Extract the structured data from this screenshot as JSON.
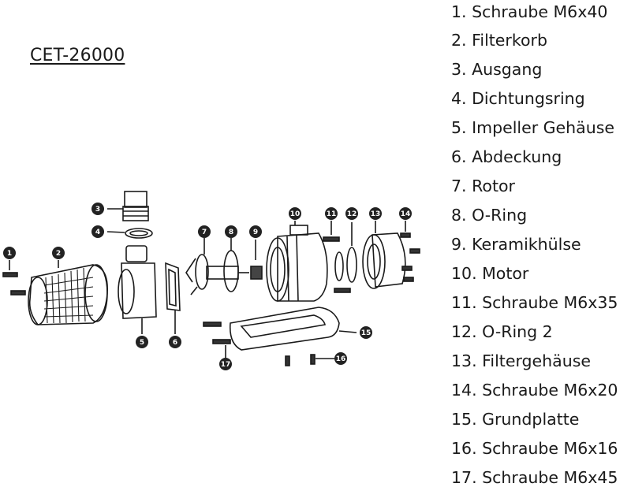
{
  "model": "CET-26000",
  "legend": [
    "1. Schraube M6x40",
    "2. Filterkorb",
    "3. Ausgang",
    "4. Dichtungsring",
    "5. Impeller Gehäuse",
    "6. Abdeckung",
    "7. Rotor",
    "8. O-Ring",
    "9. Keramikhülse",
    "10. Motor",
    "11. Schraube M6x35",
    "12. O-Ring 2",
    "13. Filtergehäuse",
    "14. Schraube M6x20",
    "15. Grundplatte",
    "16. Schraube M6x16",
    "17. Schraube M6x45"
  ],
  "callouts": [
    "1",
    "2",
    "3",
    "4",
    "5",
    "6",
    "7",
    "8",
    "9",
    "10",
    "11",
    "12",
    "13",
    "14",
    "15",
    "16",
    "17"
  ],
  "colors": {
    "line": "#1a1a1a",
    "callout_fill": "#222222"
  }
}
